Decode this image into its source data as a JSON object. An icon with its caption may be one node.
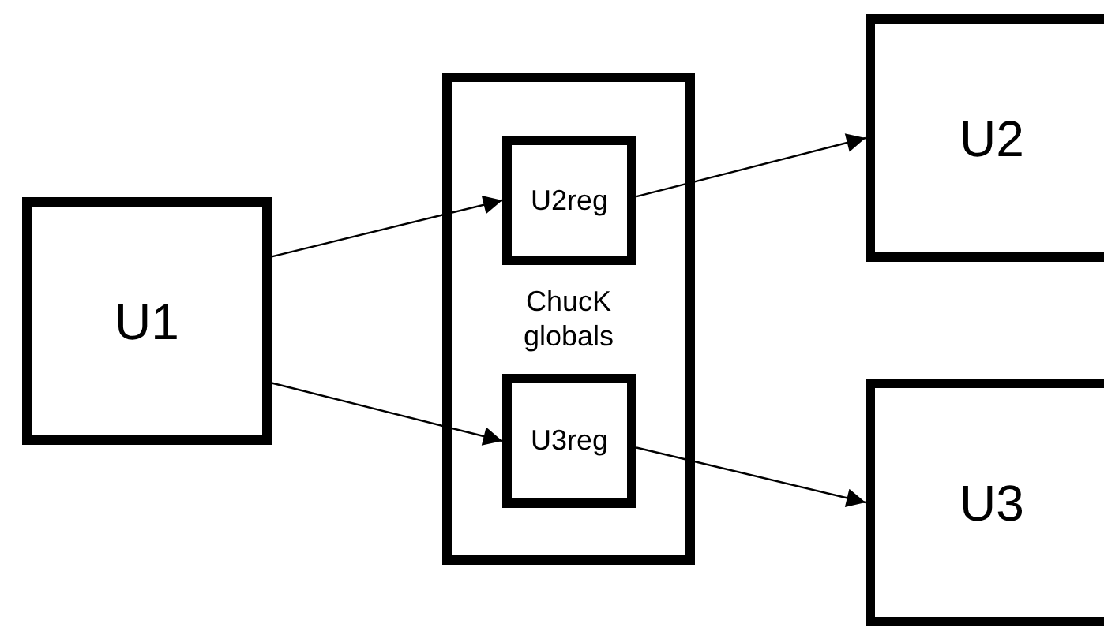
{
  "diagram": {
    "nodes": [
      {
        "text": [
          "U1"
        ]
      },
      {
        "text": [
          "ChucK globals"
        ]
      },
      {
        "text": [
          "U2reg"
        ],
        "in": 1
      },
      {
        "text": [
          "U3reg"
        ],
        "in": 1
      },
      {
        "text": [
          "U2"
        ]
      },
      {
        "text": [
          "U3"
        ]
      }
    ],
    "edges": [
      {
        "from": 0,
        "to": 2,
        "arrow": "to"
      },
      {
        "from": 0,
        "to": 3,
        "arrow": "to"
      },
      {
        "from": 2,
        "to": 4,
        "arrow": "to"
      },
      {
        "from": 3,
        "to": 5,
        "arrow": "to"
      }
    ]
  }
}
